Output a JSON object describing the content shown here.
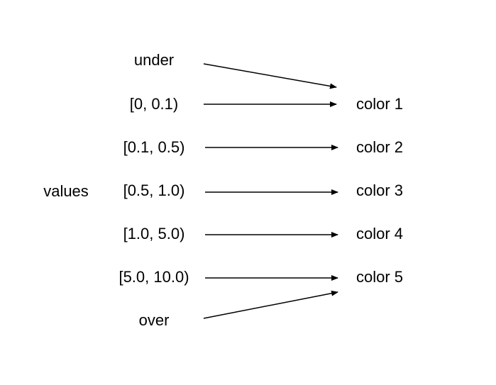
{
  "diagram": {
    "axis_label": "values",
    "under_label": "under",
    "over_label": "over",
    "ranges": [
      "[0, 0.1)",
      "[0.1, 0.5)",
      "[0.5, 1.0)",
      "[1.0, 5.0)",
      "[5.0, 10.0)"
    ],
    "colors": [
      "color 1",
      "color 2",
      "color 3",
      "color 4",
      "color 5"
    ],
    "stroke_color": "#000000"
  }
}
